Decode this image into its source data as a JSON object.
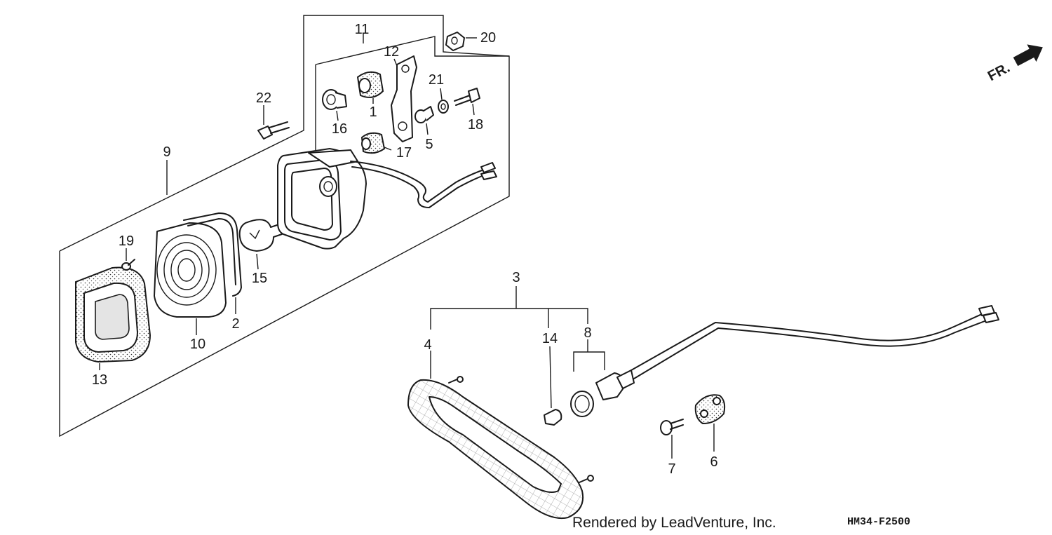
{
  "labels": {
    "l1": "1",
    "l2": "2",
    "l3": "3",
    "l4": "4",
    "l5": "5",
    "l6": "6",
    "l7": "7",
    "l8": "8",
    "l9": "9",
    "l10": "10",
    "l11": "11",
    "l12": "12",
    "l13": "13",
    "l14": "14",
    "l15": "15",
    "l16": "16",
    "l17": "17",
    "l18": "18",
    "l19": "19",
    "l20": "20",
    "l21": "21",
    "l22": "22"
  },
  "direction": "FR.",
  "credit": "Rendered by LeadVenture, Inc.",
  "diagram_code": "HM34-F2500"
}
